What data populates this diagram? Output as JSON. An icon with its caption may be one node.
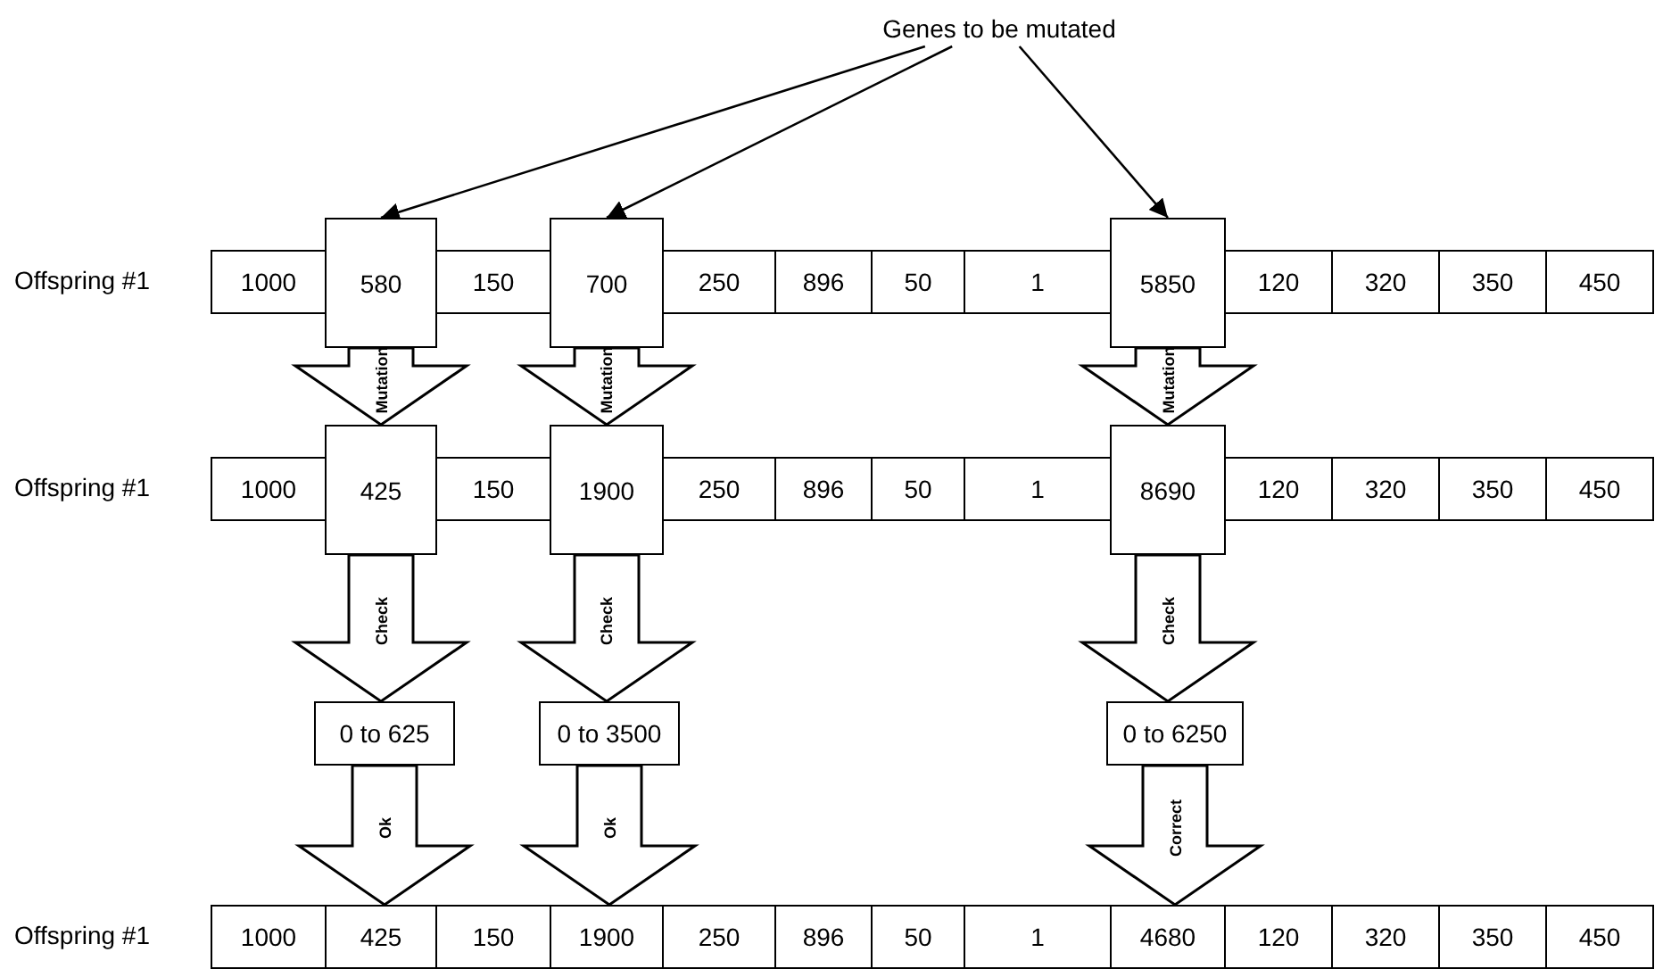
{
  "diagram": {
    "nodes": [
      {
        "text": [
          "Genes to be mutated"
        ]
      },
      {
        "text": [
          "1000"
        ]
      },
      {
        "text": [
          "580"
        ]
      },
      {
        "text": [
          "150"
        ]
      },
      {
        "text": [
          "700"
        ]
      },
      {
        "text": [
          "250"
        ]
      },
      {
        "text": [
          "896"
        ]
      },
      {
        "text": [
          "50"
        ]
      },
      {
        "text": [
          "1"
        ]
      },
      {
        "text": [
          "5850"
        ]
      },
      {
        "text": [
          "120"
        ]
      },
      {
        "text": [
          "320"
        ]
      },
      {
        "text": [
          "350"
        ]
      },
      {
        "text": [
          "450"
        ]
      },
      {
        "text": [
          "1000"
        ]
      },
      {
        "text": [
          "425"
        ]
      },
      {
        "text": [
          "150"
        ]
      },
      {
        "text": [
          "1900"
        ]
      },
      {
        "text": [
          "250"
        ]
      },
      {
        "text": [
          "896"
        ]
      },
      {
        "text": [
          "50"
        ]
      },
      {
        "text": [
          "1"
        ]
      },
      {
        "text": [
          "8690"
        ]
      },
      {
        "text": [
          "120"
        ]
      },
      {
        "text": [
          "320"
        ]
      },
      {
        "text": [
          "350"
        ]
      },
      {
        "text": [
          "450"
        ]
      },
      {
        "text": [
          "0 to 625"
        ]
      },
      {
        "text": [
          "0 to 3500"
        ]
      },
      {
        "text": [
          "0 to 6250"
        ]
      },
      {
        "text": [
          "1000"
        ]
      },
      {
        "text": [
          "425"
        ]
      },
      {
        "text": [
          "150"
        ]
      },
      {
        "text": [
          "1900"
        ]
      },
      {
        "text": [
          "250"
        ]
      },
      {
        "text": [
          "896"
        ]
      },
      {
        "text": [
          "50"
        ]
      },
      {
        "text": [
          "1"
        ]
      },
      {
        "text": [
          "4680"
        ]
      },
      {
        "text": [
          "120"
        ]
      },
      {
        "text": [
          "320"
        ]
      },
      {
        "text": [
          "350"
        ]
      },
      {
        "text": [
          "450"
        ]
      }
    ],
    "edges": [
      {
        "from": 0,
        "to": 2,
        "arrow": "to"
      },
      {
        "from": 0,
        "to": 4,
        "arrow": "to"
      },
      {
        "from": 0,
        "to": 9,
        "arrow": "to"
      },
      {
        "from": 2,
        "to": 15,
        "arrow": "to",
        "label": "Mutation",
        "style": "thick"
      },
      {
        "from": 4,
        "to": 17,
        "arrow": "to",
        "label": "Mutation",
        "style": "thick"
      },
      {
        "from": 9,
        "to": 22,
        "arrow": "to",
        "label": "Mutation",
        "style": "thick"
      },
      {
        "from": 15,
        "to": 27,
        "arrow": "to",
        "label": "Check",
        "style": "thick"
      },
      {
        "from": 17,
        "to": 28,
        "arrow": "to",
        "label": "Check",
        "style": "thick"
      },
      {
        "from": 22,
        "to": 29,
        "arrow": "to",
        "label": "Check",
        "style": "thick"
      },
      {
        "from": 27,
        "to": 31,
        "arrow": "to",
        "label": "Ok",
        "style": "thick"
      },
      {
        "from": 28,
        "to": 33,
        "arrow": "to",
        "label": "Ok",
        "style": "thick"
      },
      {
        "from": 29,
        "to": 38,
        "arrow": "to",
        "label": "Correct",
        "style": "thick"
      }
    ],
    "labels": [
      "Offspring #1",
      "Offspring #1",
      "Offspring #1"
    ]
  }
}
